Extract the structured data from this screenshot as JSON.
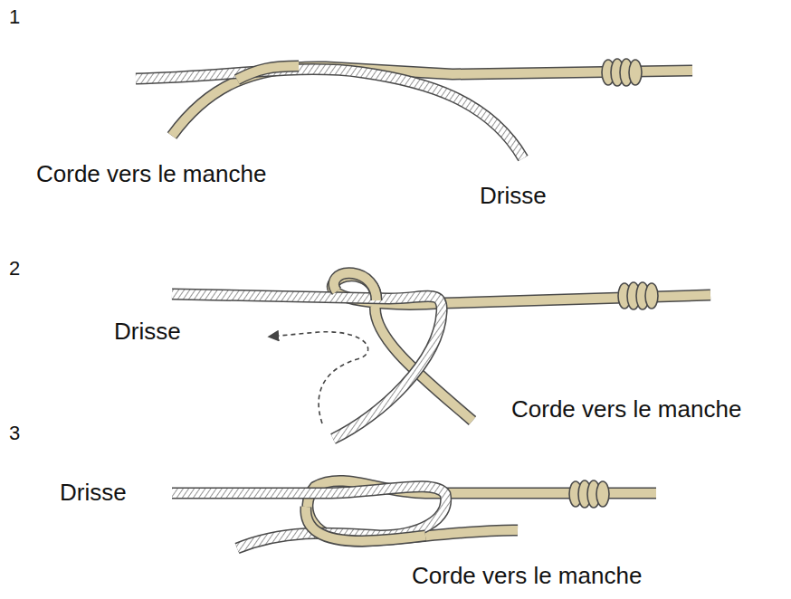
{
  "diagram": {
    "labels": [
      "1",
      "Corde vers le manche",
      "Drisse",
      "2",
      "Drisse",
      "Corde vers le manche",
      "3",
      "Drisse",
      "Corde vers le manche"
    ]
  }
}
